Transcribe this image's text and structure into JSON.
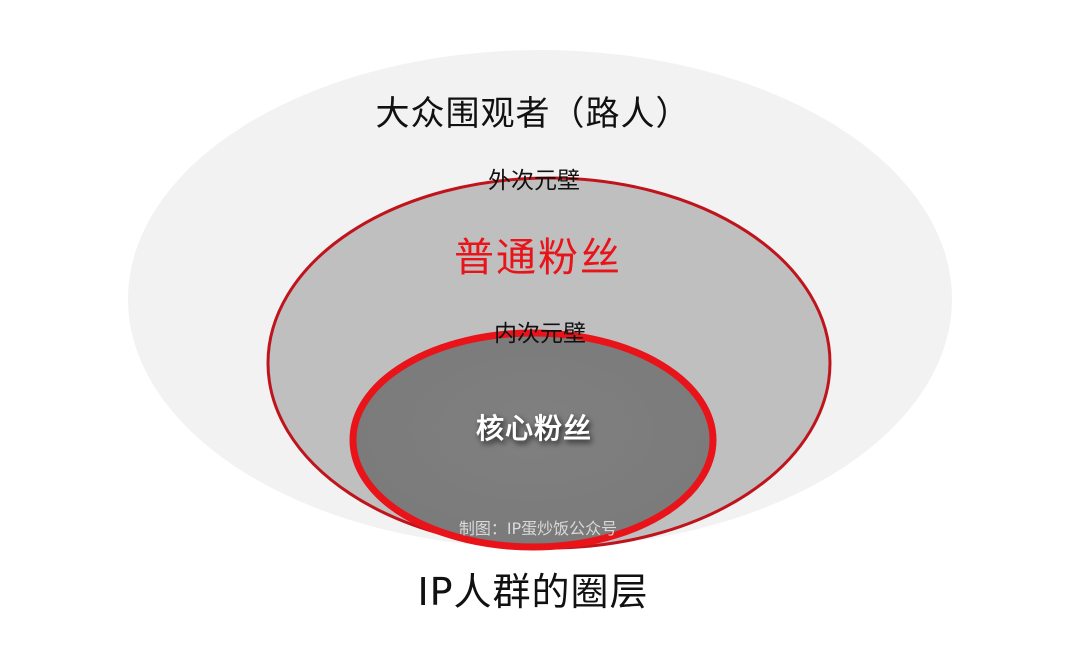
{
  "diagram": {
    "type": "nested-ellipse-layers",
    "title": "IP人群的圈层",
    "watermark": "制图：IP蛋炒饭公众号",
    "layers": [
      {
        "id": "outer",
        "label": "大众围观者（路人）",
        "fill": "#f2f2f2",
        "stroke": "none"
      },
      {
        "id": "middle",
        "label": "普通粉丝",
        "boundary_label": "外次元壁",
        "fill": "#bfbfbf",
        "stroke": "#c0141c",
        "label_color": "#e8141a"
      },
      {
        "id": "inner",
        "label": "核心粉丝",
        "boundary_label": "内次元壁",
        "fill": "#7f7f7f",
        "stroke": "#e8141a",
        "label_color": "#ffffff"
      }
    ]
  }
}
